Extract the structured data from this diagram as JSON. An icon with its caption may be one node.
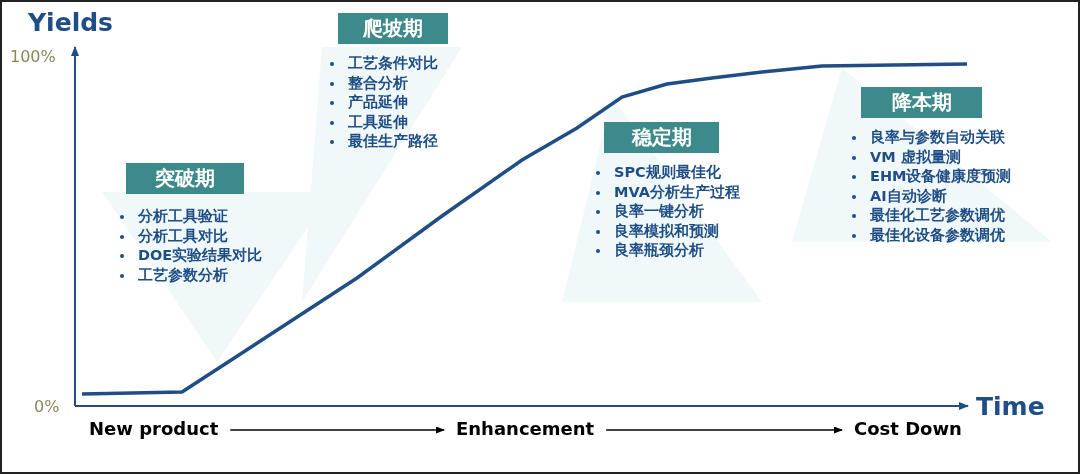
{
  "diagram": {
    "nodes": [
      {
        "text": [
          "突破期"
        ],
        "beside": [
          "分析工具验证",
          "分析工具对比",
          "DOE实验结果对比",
          "工艺参数分析"
        ]
      },
      {
        "text": [
          "爬坡期"
        ],
        "beside": [
          "工艺条件对比",
          "整合分析",
          "产品延伸",
          "工具延伸",
          "最佳生产路径"
        ]
      },
      {
        "text": [
          "稳定期"
        ],
        "beside": [
          "SPC规则最佳化",
          "MVA分析生产过程",
          "良率一键分析",
          "良率模拟和预测",
          "良率瓶颈分析"
        ]
      },
      {
        "text": [
          "降本期"
        ],
        "beside": [
          "良率与参数自动关联",
          "VM 虚拟量测",
          "EHM设备健康度预测",
          "AI自动诊断",
          "最佳化工艺参数调优",
          "最佳化设备参数调优"
        ]
      },
      {
        "text": [
          "New product"
        ]
      },
      {
        "text": [
          "Enhancement"
        ]
      },
      {
        "text": [
          "Cost Down"
        ]
      }
    ],
    "edges": [
      {
        "from": 4,
        "to": 5,
        "arrow": "to"
      },
      {
        "from": 5,
        "to": 6,
        "arrow": "to"
      }
    ],
    "labels": [
      "Yields",
      "100%",
      "0%",
      "Time"
    ]
  }
}
